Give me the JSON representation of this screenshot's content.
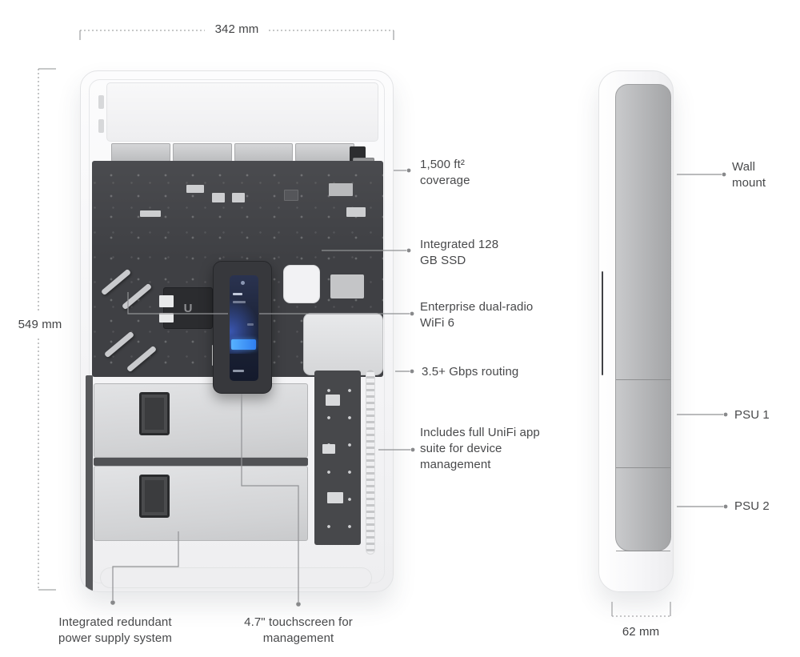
{
  "colors": {
    "background": "#ffffff",
    "label_text": "#48494b",
    "leader_line": "#919295",
    "pcb_dark": "#3f4044",
    "device_body": "#f4f4f6",
    "side_panel_grey": "#b4b5b7",
    "screen_accent_blue": "#2f7ef0"
  },
  "dimensions": {
    "width": "342 mm",
    "height": "549 mm",
    "depth": "62 mm"
  },
  "callouts": {
    "front_right": [
      "1,500 ft² coverage",
      "Integrated 128 GB SSD",
      "Enterprise dual-radio WiFi 6",
      "3.5+ Gbps routing",
      "Includes full UniFi app suite for device management"
    ],
    "front_bottom": [
      "Integrated redundant power supply system",
      "4.7\" touchscreen for management"
    ],
    "side_right": [
      "Wall mount",
      "PSU 1",
      "PSU 2"
    ]
  },
  "front_view": {
    "chip_marking": "U"
  }
}
